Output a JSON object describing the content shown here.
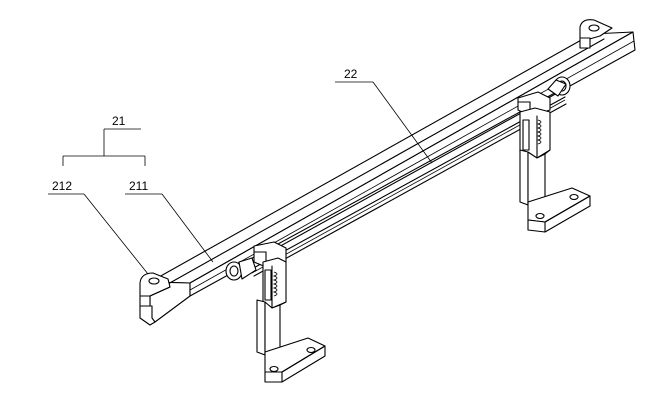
{
  "labels": {
    "group": "21",
    "bracket": "212",
    "rail": "211",
    "rod": "22"
  }
}
